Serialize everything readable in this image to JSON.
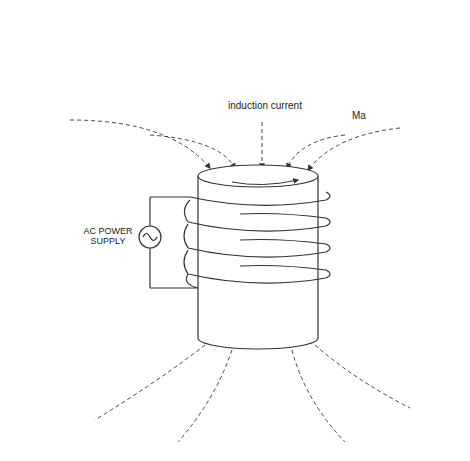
{
  "diagram": {
    "labels": [
      "induction current",
      "Ma",
      "AC POWER SUPPLY"
    ]
  }
}
